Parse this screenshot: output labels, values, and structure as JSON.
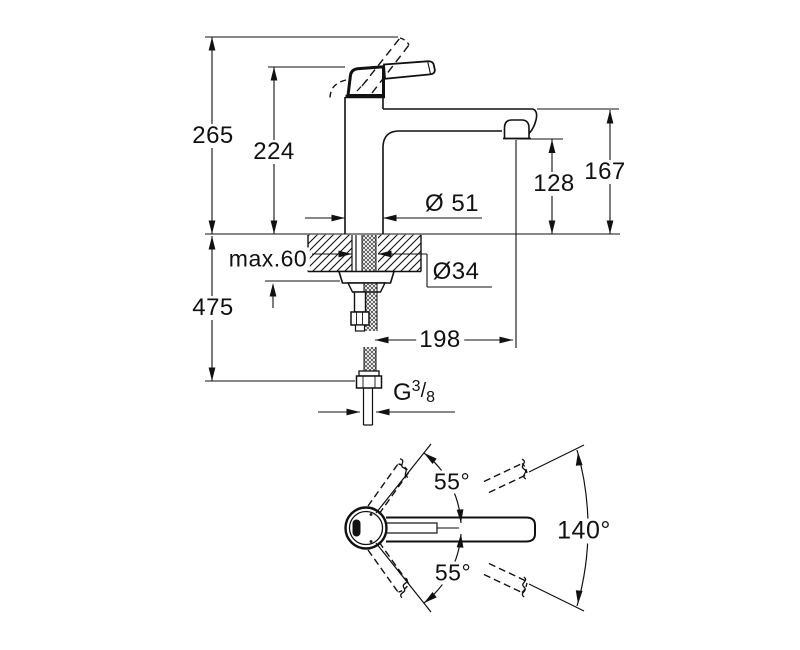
{
  "page": {
    "background": "#ffffff",
    "line_color": "#111111"
  },
  "side_view": {
    "dimensions": {
      "overall_height": "265",
      "height_to_handle_base": "224",
      "outlet_height": "128",
      "spout_top_height": "167",
      "max_mounting_thickness": "max.60",
      "base_diameter": "Ø 51",
      "hole_diameter": "Ø34",
      "supply_hose_length": "475",
      "spout_projection": "198",
      "thread": {
        "prefix": "G",
        "numerator": "3",
        "slash": "/",
        "denominator": "8"
      }
    }
  },
  "top_view": {
    "angles": {
      "handle_swing_upper": "55°",
      "handle_swing_lower": "55°",
      "spout_swivel_total": "140°"
    }
  }
}
